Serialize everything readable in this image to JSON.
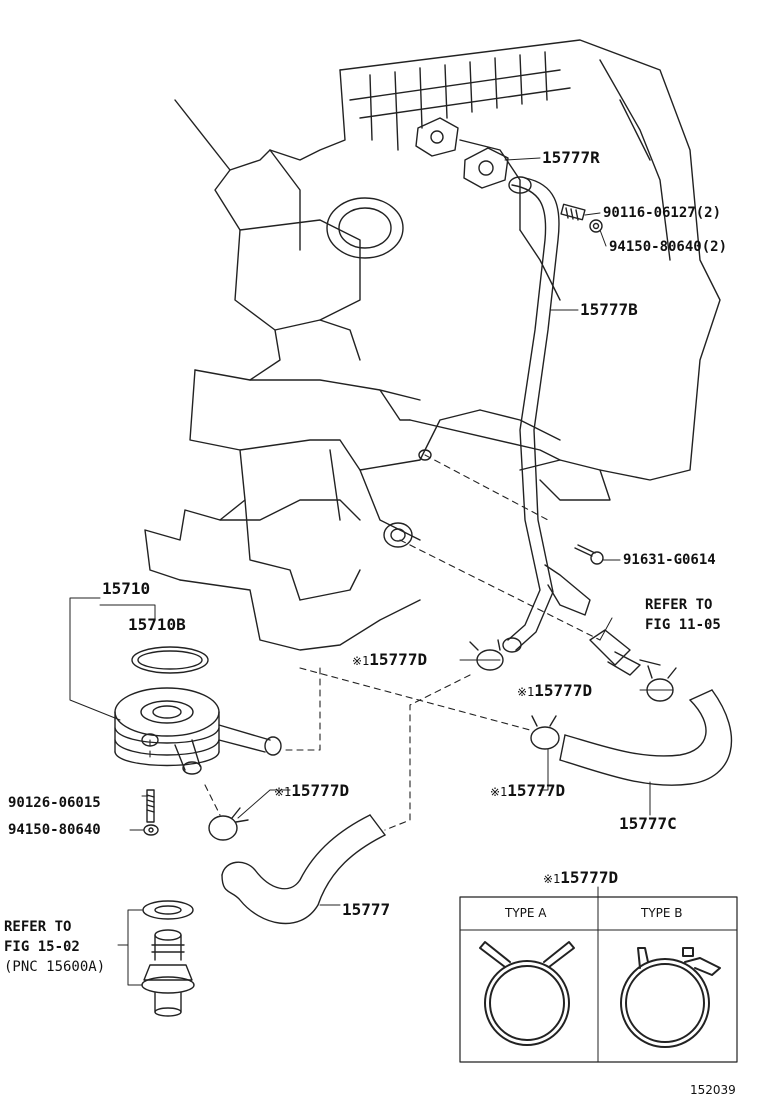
{
  "parts": {
    "p15777R": "15777R",
    "p90116": "90116-06127(2)",
    "p94150a": "94150-80640(2)",
    "p15777B": "15777B",
    "p91631": "91631-G0614",
    "p15710": "15710",
    "p15710B": "15710B",
    "p15777C": "15777C",
    "p15777": "15777",
    "p90126": "90126-06015",
    "p94150b": "94150-80640",
    "p15777D": "15777D",
    "mark": "※1"
  },
  "refs": {
    "ref1_line1": "REFER TO",
    "ref1_line2": "FIG 11-05",
    "ref2_line1": "REFER TO",
    "ref2_line2": "FIG 15-02",
    "ref2_line3": "(PNC 15600A)"
  },
  "legend": {
    "title": "15777D",
    "type_a": "TYPE A",
    "type_b": "TYPE B"
  },
  "figure_number": "152039"
}
